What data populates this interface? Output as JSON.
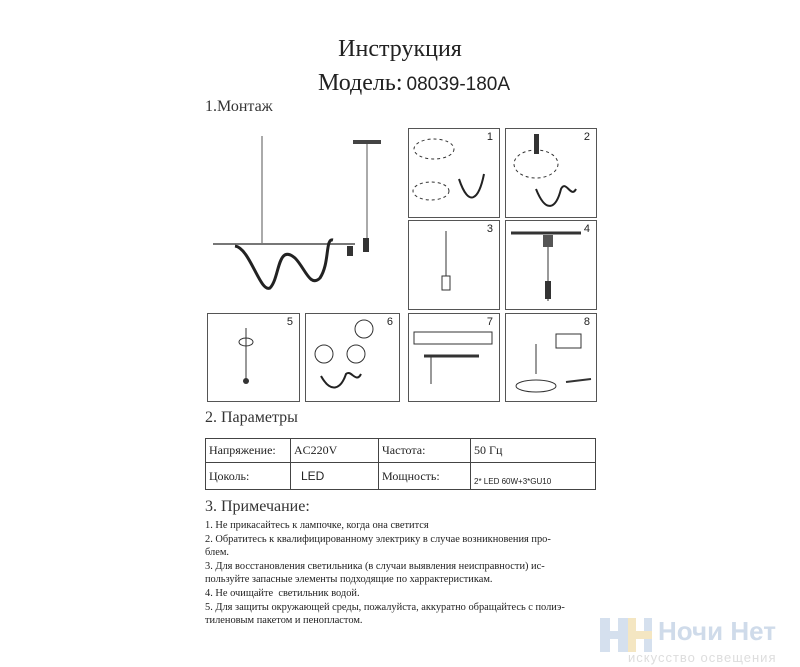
{
  "header": {
    "title": "Инструкция",
    "model_label": "Модель:",
    "model_code": "08039-180A"
  },
  "sections": {
    "mount": "1.Монтаж",
    "params": "2. Параметры",
    "notes": "3. Примечание:"
  },
  "panels": [
    "1",
    "2",
    "3",
    "4",
    "5",
    "6",
    "7",
    "8"
  ],
  "params_table": [
    [
      "Напряжение:",
      "AC220V",
      "Частота:",
      "50 Гц"
    ],
    [
      "Цоколь:",
      "LED",
      "Мощность:",
      "2* LED 60W+3*GU10"
    ]
  ],
  "notes": [
    "1. Не прикасайтесь к лампочке, когда она светится",
    "2. Обратитесь к квалифицированному электрику в случае возникновения про-",
    "блем.",
    "3. Для восстановления светильника (в случаи выявления неисправности) ис-",
    "пользуйте запасные элементы подходящие по харрактеристикам.",
    "4. Не очищайте  светильник водой.",
    "5. Для защиты окружающей среды, пожалуйста, аккуратно обращайтесь с полиэ-",
    "тиленовым пакетом и пенопластом."
  ],
  "logo": {
    "name": "Ночи Нет",
    "tagline": "искусство освещения"
  }
}
